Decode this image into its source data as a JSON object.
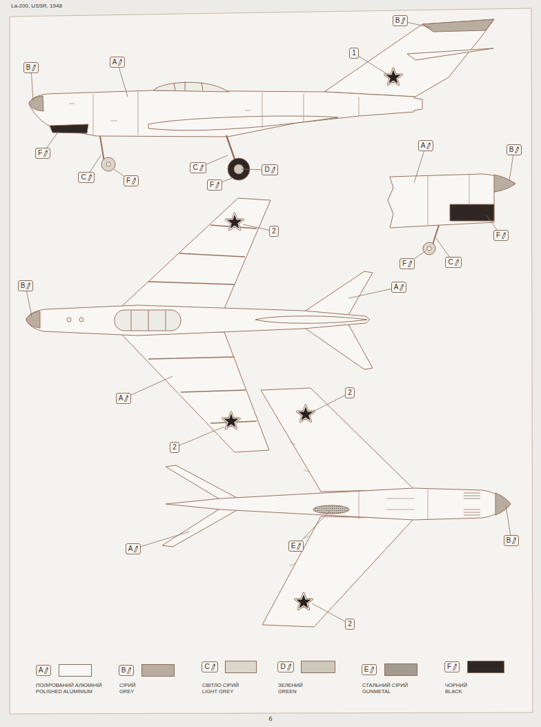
{
  "diagram": {
    "title": "La-200, USSR, 1948",
    "nodes": [
      {
        "text": [
          "B"
        ]
      },
      {
        "text": [
          "A"
        ]
      },
      {
        "text": [
          "B"
        ]
      },
      {
        "text": [
          "1"
        ]
      },
      {
        "text": [
          "F"
        ]
      },
      {
        "text": [
          "C"
        ]
      },
      {
        "text": [
          "F"
        ]
      },
      {
        "text": [
          "C"
        ]
      },
      {
        "text": [
          "D"
        ]
      },
      {
        "text": [
          "F"
        ]
      },
      {
        "text": [
          "A"
        ]
      },
      {
        "text": [
          "B"
        ]
      },
      {
        "text": [
          "F"
        ]
      },
      {
        "text": [
          "F"
        ]
      },
      {
        "text": [
          "C"
        ]
      },
      {
        "text": [
          "2"
        ]
      },
      {
        "text": [
          "B"
        ]
      },
      {
        "text": [
          "A"
        ]
      },
      {
        "text": [
          "A"
        ]
      },
      {
        "text": [
          "2"
        ]
      },
      {
        "text": [
          "2"
        ]
      },
      {
        "text": [
          "E"
        ]
      },
      {
        "text": [
          "B"
        ]
      },
      {
        "text": [
          "A"
        ]
      },
      {
        "text": [
          "2"
        ]
      },
      {
        "text": [
          "A"
        ]
      },
      {
        "text": [
          "B"
        ]
      },
      {
        "text": [
          "C"
        ]
      },
      {
        "text": [
          "D"
        ]
      },
      {
        "text": [
          "E"
        ]
      },
      {
        "text": [
          "F"
        ]
      }
    ],
    "labels": [
      "6"
    ],
    "legend": [
      {
        "text": "ПОЛІРОВАНИЙ АЛЮМІНІЙ POLISHED ALUMINIUM",
        "color": "#f8f7f3"
      },
      {
        "text": "СІРИЙ GREY",
        "color": "#b9ada1"
      },
      {
        "text": "СВІТЛО СІРИЙ LIGHT GREY",
        "color": "#dcd6cd"
      },
      {
        "text": "ЗЕЛЕНИЙ GREEN",
        "color": "#cfc8bc"
      },
      {
        "text": "СТАЛЬНИЙ СІРИЙ GUNMETAL",
        "color": "#a39a90"
      },
      {
        "text": "ЧОРНИЙ BLACK",
        "color": "#2f2723"
      }
    ]
  }
}
